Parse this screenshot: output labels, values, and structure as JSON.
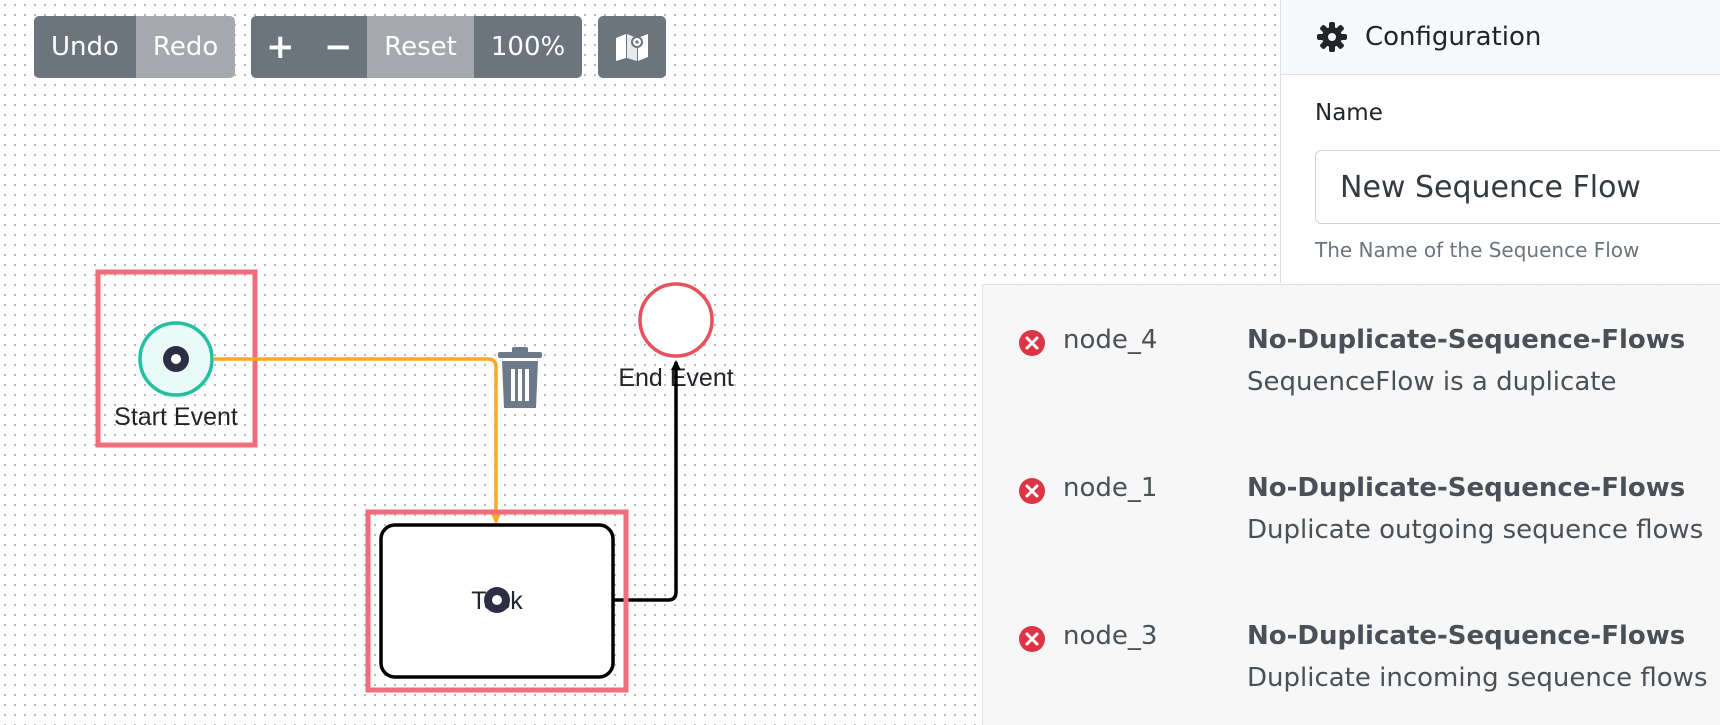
{
  "toolbar": {
    "undo_label": "Undo",
    "redo_label": "Redo",
    "zoom_in_label": "+",
    "zoom_out_label": "−",
    "reset_label": "Reset",
    "zoom_level": "100%",
    "minimap_icon": "map-icon"
  },
  "diagram": {
    "start_event_label": "Start Event",
    "end_event_label": "End Event",
    "task_label": "Task",
    "delete_icon": "trash-icon",
    "colors": {
      "error_highlight": "#f06e78",
      "selected_flow": "#ffa726",
      "start_event": "#20c0a0",
      "end_event": "#e8505b"
    }
  },
  "config": {
    "title": "Configuration",
    "icon": "gear-icon",
    "name_label": "Name",
    "name_value": "New Sequence Flow",
    "name_help": "The Name of the Sequence Flow"
  },
  "validation": {
    "issues": [
      {
        "node": "node_4",
        "rule": "No-Duplicate-Sequence-Flows",
        "message": "SequenceFlow is a duplicate"
      },
      {
        "node": "node_1",
        "rule": "No-Duplicate-Sequence-Flows",
        "message": "Duplicate outgoing sequence flows"
      },
      {
        "node": "node_3",
        "rule": "No-Duplicate-Sequence-Flows",
        "message": "Duplicate incoming sequence flows"
      }
    ],
    "error_color": "#dc3545"
  }
}
